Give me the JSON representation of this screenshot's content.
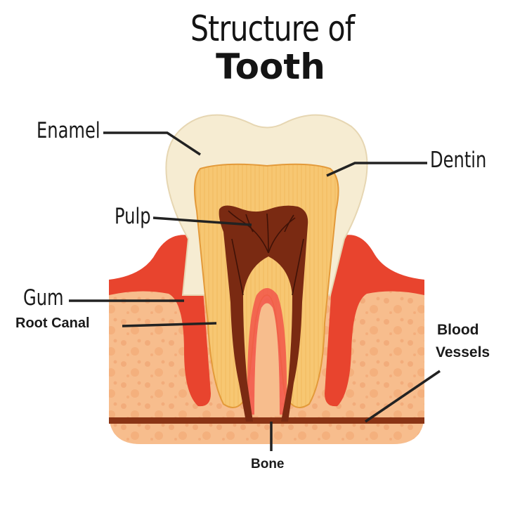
{
  "title": {
    "line1": "Structure of",
    "line2": "Tooth"
  },
  "labels": {
    "enamel": "Enamel",
    "dentin": "Dentin",
    "pulp": "Pulp",
    "gum": "Gum",
    "root_canal": "Root Canal",
    "blood_vessels_line1": "Blood",
    "blood_vessels_line2": "Vessels",
    "bone": "Bone"
  },
  "colors": {
    "enamel": "#f6ecd2",
    "dentin": "#f7c772",
    "pulp": "#7a2a12",
    "gum": "#e8442e",
    "bone": "#f7bd8d",
    "blood_vessel": "#8a3415",
    "leader_line": "#222222"
  }
}
